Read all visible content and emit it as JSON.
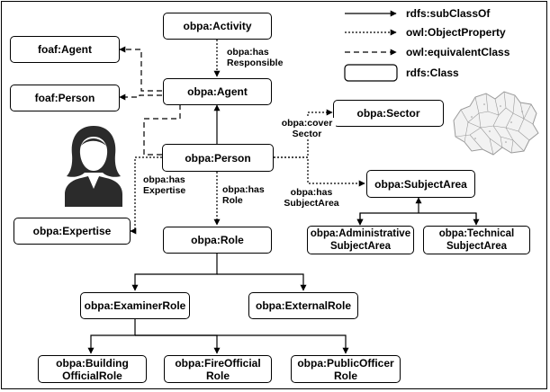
{
  "nodes": {
    "activity": "obpa:Activity",
    "agent": "obpa:Agent",
    "foaf_agent": "foaf:Agent",
    "foaf_person": "foaf:Person",
    "person": "obpa:Person",
    "sector": "obpa:Sector",
    "subject_area": "obpa:SubjectArea",
    "admin_area": "obpa:Administrative SubjectArea",
    "technical_area": "obpa:Technical SubjectArea",
    "expertise": "obpa:Expertise",
    "role": "obpa:Role",
    "examiner_role": "obpa:ExaminerRole",
    "external_role": "obpa:ExternalRole",
    "building_official": "obpa:Building OfficialRole",
    "fire_official": "obpa:FireOfficial Role",
    "public_officer": "obpa:PublicOfficer Role"
  },
  "edge_labels": {
    "has_responsible": "obpa:has Responsible",
    "cover_sector": "obpa:cover Sector",
    "has_expertise": "obpa:has Expertise",
    "has_role": "obpa:has Role",
    "has_subject_area": "obpa:has SubjectArea"
  },
  "legend": {
    "subclass": "rdfs:subClassOf",
    "object_property": "owl:ObjectProperty",
    "equivalent_class": "owl:equivalentClass",
    "rdfs_class": "rdfs:Class"
  },
  "icons": {
    "person": "woman-avatar-icon",
    "map": "region-map-icon"
  },
  "colors": {
    "stroke": "#000000",
    "avatar": "#2b2b2b",
    "map_fill": "#f2f2f2",
    "map_lines": "#9a9a9a"
  }
}
